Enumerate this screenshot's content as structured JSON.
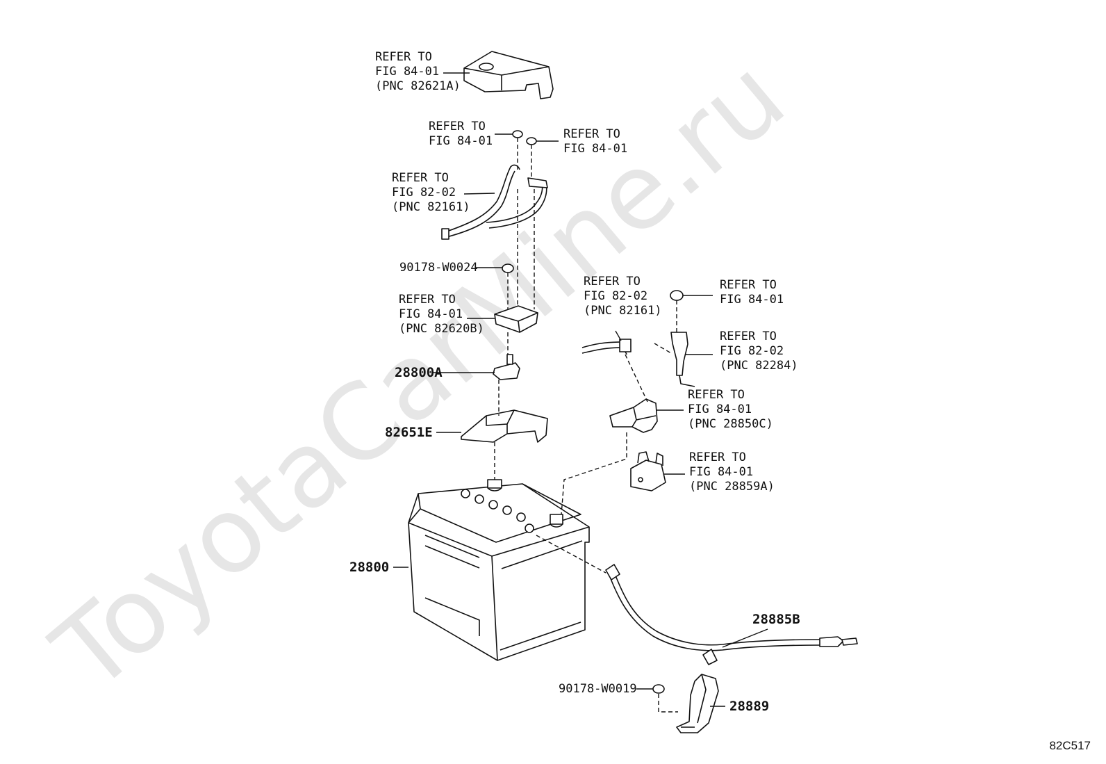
{
  "watermark": "ToyotaCarMine.ru",
  "figure_code": "82C517",
  "callouts": [
    {
      "id": "top-cover",
      "text": "REFER TO\nFIG 84-01\n(PNC 82621A)"
    },
    {
      "id": "nut-left",
      "text": "REFER TO\nFIG 84-01"
    },
    {
      "id": "nut-right",
      "text": "REFER TO\nFIG 84-01"
    },
    {
      "id": "cable-upper",
      "text": "REFER TO\nFIG 82-02\n(PNC 82161)"
    },
    {
      "id": "nut-90178-w0024",
      "text": "90178-W0024"
    },
    {
      "id": "bracket-82620b",
      "text": "REFER TO\nFIG 84-01\n(PNC 82620B)"
    },
    {
      "id": "part-28800a",
      "text": "28800A"
    },
    {
      "id": "part-82651e",
      "text": "82651E"
    },
    {
      "id": "cable-mid",
      "text": "REFER TO\nFIG 82-02\n(PNC 82161)"
    },
    {
      "id": "nut-mid-right",
      "text": "REFER TO\nFIG 84-01"
    },
    {
      "id": "wire-82284",
      "text": "REFER TO\nFIG 82-02\n(PNC 82284)"
    },
    {
      "id": "terminal-28850c",
      "text": "REFER TO\nFIG 84-01\n(PNC 28850C)"
    },
    {
      "id": "terminal-28859a",
      "text": "REFER TO\nFIG 84-01\n(PNC 28859A)"
    },
    {
      "id": "battery-28800",
      "text": "28800"
    },
    {
      "id": "cable-28885b",
      "text": "28885B"
    },
    {
      "id": "nut-90178-w0019",
      "text": "90178-W0019"
    },
    {
      "id": "bracket-28889",
      "text": "28889"
    }
  ]
}
